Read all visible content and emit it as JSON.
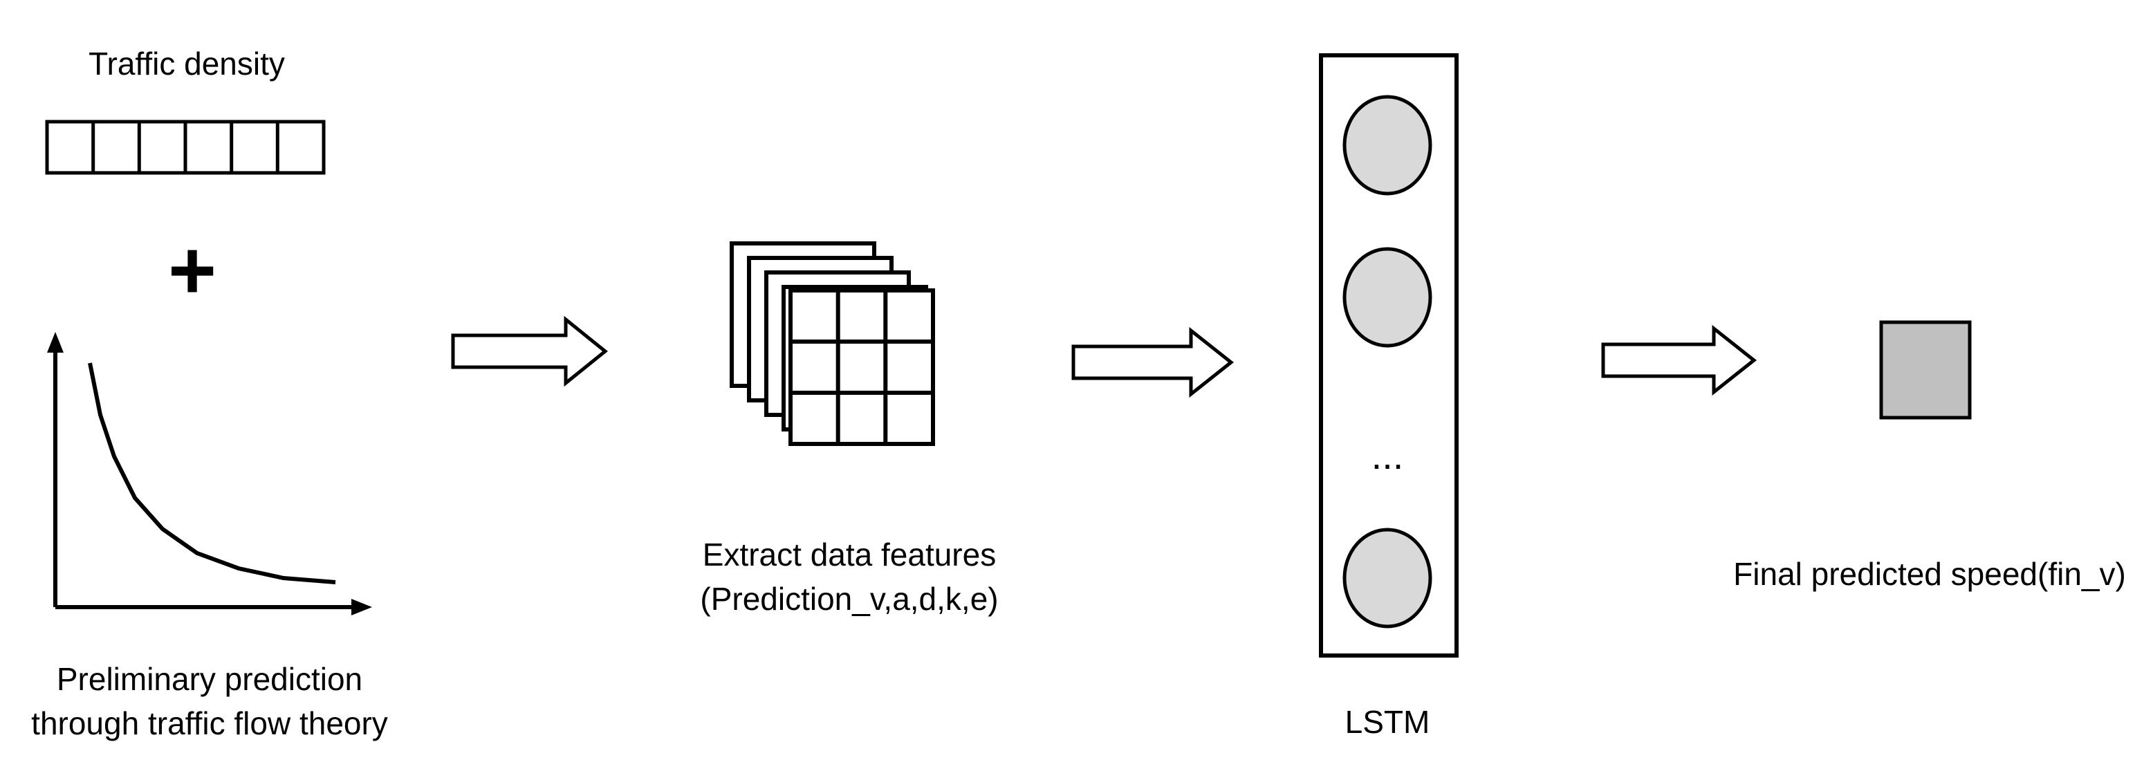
{
  "labels": {
    "traffic_density": "Traffic density",
    "plus": "+",
    "preliminary_line1": "Preliminary prediction",
    "preliminary_line2": "through traffic flow theory",
    "extract_line1": "Extract data features",
    "extract_line2": "(Prediction_v,a,d,k,e)",
    "lstm": "LSTM",
    "ellipsis": "...",
    "final_speed": "Final predicted speed(fin_v)"
  },
  "colors": {
    "stroke": "#000000",
    "lstm_node_fill": "#d9d9d9",
    "output_fill": "#c0c0c0",
    "background": "#ffffff"
  }
}
